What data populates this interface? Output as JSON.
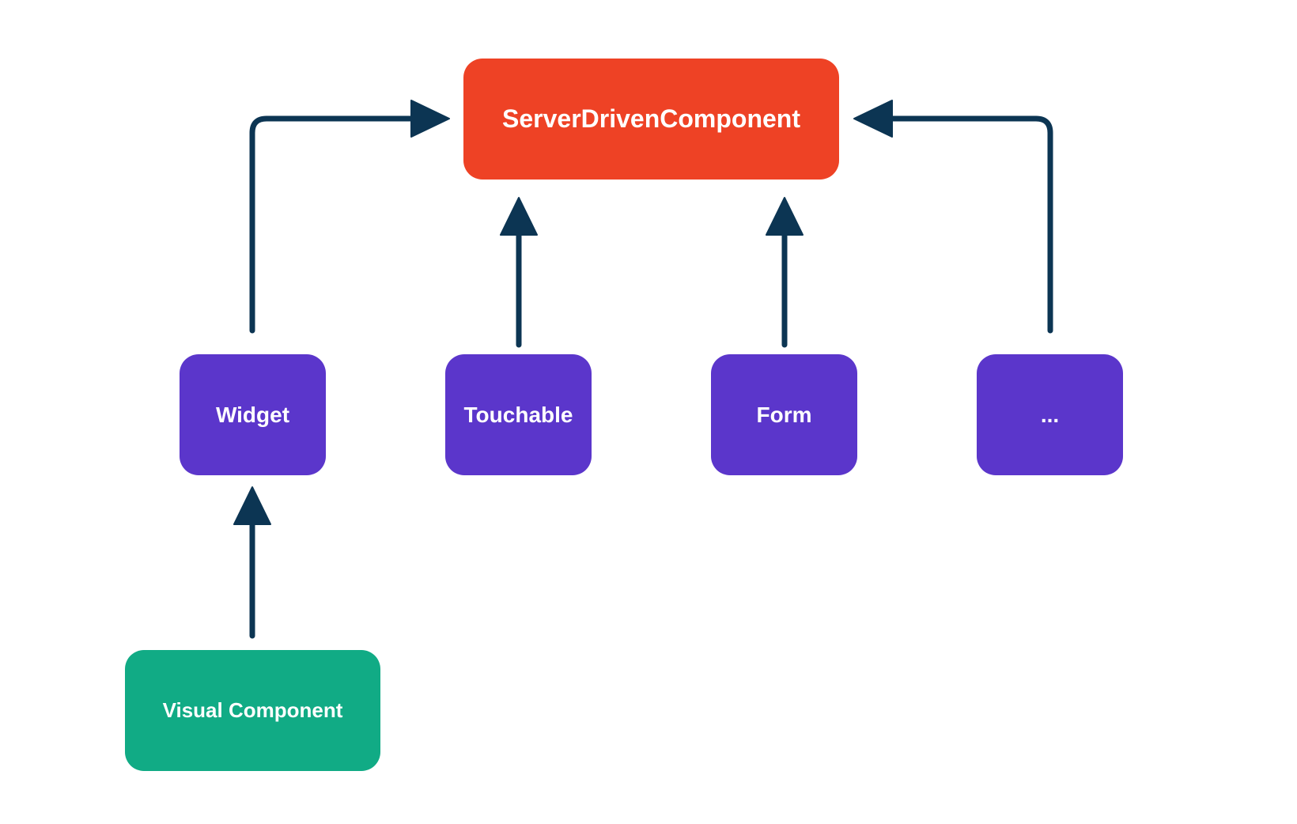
{
  "colors": {
    "root_node": "#ee4225",
    "subtype_node": "#5b36cb",
    "leaf_node": "#11ab85",
    "arrow": "#0c3553",
    "node_text": "#ffffff"
  },
  "nodes": {
    "root": {
      "label": "ServerDrivenComponent"
    },
    "widget": {
      "label": "Widget"
    },
    "touchable": {
      "label": "Touchable"
    },
    "form": {
      "label": "Form"
    },
    "more": {
      "label": "..."
    },
    "visual_component": {
      "label": "Visual Component"
    }
  },
  "edges": [
    {
      "from": "widget",
      "to": "root",
      "type": "inherits"
    },
    {
      "from": "touchable",
      "to": "root",
      "type": "inherits"
    },
    {
      "from": "form",
      "to": "root",
      "type": "inherits"
    },
    {
      "from": "more",
      "to": "root",
      "type": "inherits"
    },
    {
      "from": "visual_component",
      "to": "widget",
      "type": "inherits"
    }
  ]
}
